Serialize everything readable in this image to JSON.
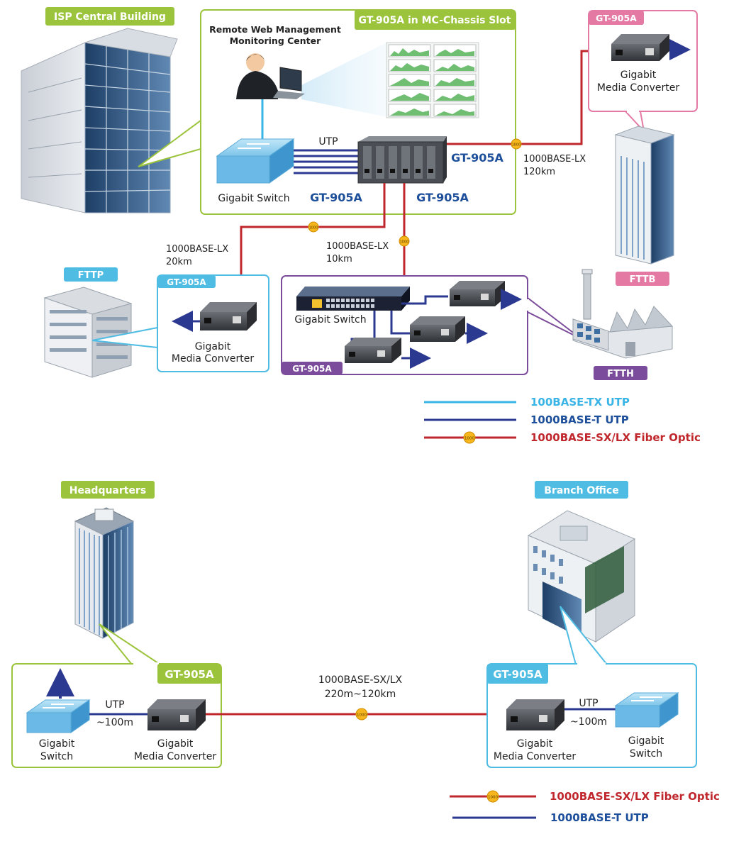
{
  "colors": {
    "green": "#9bc43c",
    "pink": "#e47aa4",
    "cyan": "#4fbde3",
    "purple": "#7c4c9c",
    "fiber": "#c0272d",
    "utp_dark": "#2b3990",
    "utp_light": "#39b4e6",
    "coin": "#f7b71c"
  },
  "top": {
    "isp_tag": "ISP Central Building",
    "chassis_tag": "GT-905A in MC-Chassis Slot",
    "monitoring": [
      "Remote Web Management",
      "Monitoring Center"
    ],
    "gigabit_switch": "Gigabit Switch",
    "utp": "UTP",
    "gt_right": "GT-905A",
    "gt_bottom_left": "GT-905A",
    "gt_bottom_right": "GT-905A",
    "fttb_box_tag": "GT-905A",
    "fttb_mc": [
      "Gigabit",
      "Media Converter"
    ],
    "fttb_link": [
      "1000BASE-LX",
      "120km"
    ],
    "fttb_tag": "FTTB",
    "fttp_tag": "FTTP",
    "fttp_box_tag": "GT-905A",
    "fttp_mc": [
      "Gigabit",
      "Media Converter"
    ],
    "fttp_link": [
      "1000BASE-LX",
      "20km"
    ],
    "ftth_link": [
      "1000BASE-LX",
      "10km"
    ],
    "ftth_switch": "Gigabit Switch",
    "ftth_box_tag": "GT-905A",
    "ftth_tag": "FTTH",
    "coin": "1000"
  },
  "legend1": [
    {
      "label": "100BASE-TX UTP",
      "kind": "light"
    },
    {
      "label": "1000BASE-T UTP",
      "kind": "dark"
    },
    {
      "label": "1000BASE-SX/LX Fiber Optic",
      "kind": "fiber"
    }
  ],
  "bottom": {
    "hq_tag": "Headquarters",
    "branch_tag": "Branch Office",
    "hq_box_tag": "GT-905A",
    "branch_box_tag": "GT-905A",
    "hq_switch": [
      "Gigabit",
      "Switch"
    ],
    "hq_mc": [
      "Gigabit",
      "Media Converter"
    ],
    "hq_utp": [
      "UTP",
      "~100m"
    ],
    "link": [
      "1000BASE-SX/LX",
      "220m~120km"
    ],
    "br_mc": [
      "Gigabit",
      "Media Converter"
    ],
    "br_utp": [
      "UTP",
      "~100m"
    ],
    "br_switch": [
      "Gigabit",
      "Switch"
    ]
  },
  "legend2": [
    {
      "label": "1000BASE-SX/LX Fiber Optic",
      "kind": "fiber"
    },
    {
      "label": "1000BASE-T UTP",
      "kind": "dark"
    }
  ]
}
